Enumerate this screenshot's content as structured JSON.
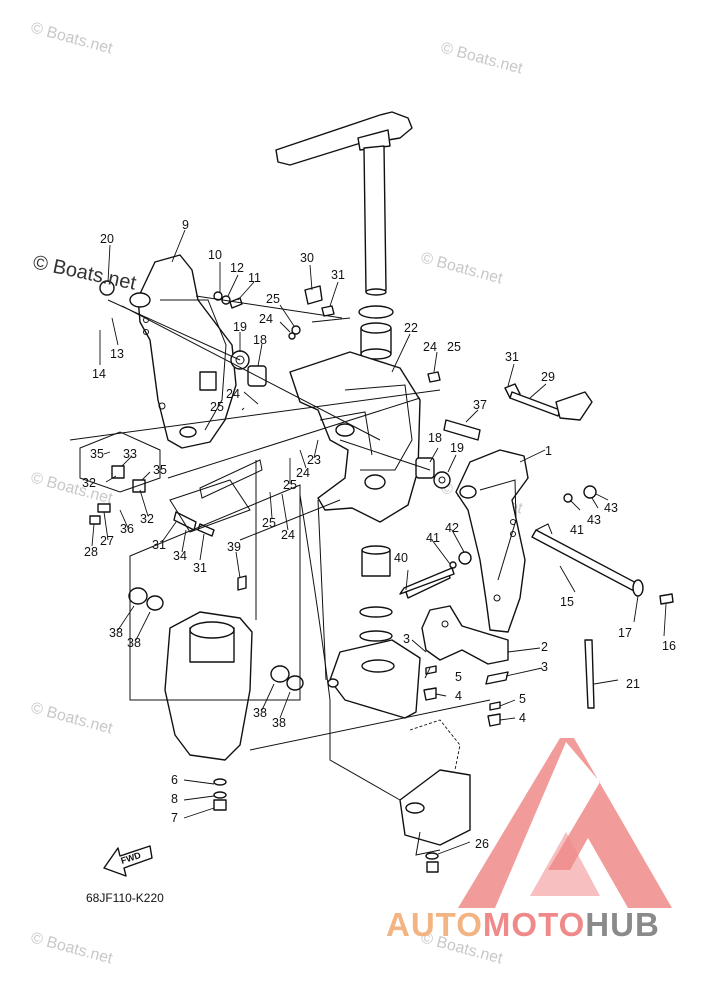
{
  "watermark_text": "© Boats.net",
  "copyright_text": "© Boats.net",
  "diagram_code": "68JF110-K220",
  "fwd_label": "FWD",
  "logo": {
    "part1": "AUTO",
    "part2": "MOTO",
    "part3": "HUB",
    "color_orange": "#f2b482",
    "color_red": "#f08a8a",
    "color_gray": "#8a8a8a"
  },
  "callouts": [
    {
      "id": "c1",
      "text": "1"
    },
    {
      "id": "c2",
      "text": "2"
    },
    {
      "id": "c3a",
      "text": "3"
    },
    {
      "id": "c3b",
      "text": "3"
    },
    {
      "id": "c4a",
      "text": "4"
    },
    {
      "id": "c4b",
      "text": "4"
    },
    {
      "id": "c5a",
      "text": "5"
    },
    {
      "id": "c5b",
      "text": "5"
    },
    {
      "id": "c6",
      "text": "6"
    },
    {
      "id": "c7",
      "text": "7"
    },
    {
      "id": "c8",
      "text": "8"
    },
    {
      "id": "c9",
      "text": "9"
    },
    {
      "id": "c10",
      "text": "10"
    },
    {
      "id": "c11",
      "text": "11"
    },
    {
      "id": "c12",
      "text": "12"
    },
    {
      "id": "c13",
      "text": "13"
    },
    {
      "id": "c14",
      "text": "14"
    },
    {
      "id": "c15",
      "text": "15"
    },
    {
      "id": "c16",
      "text": "16"
    },
    {
      "id": "c17",
      "text": "17"
    },
    {
      "id": "c18a",
      "text": "18"
    },
    {
      "id": "c18b",
      "text": "18"
    },
    {
      "id": "c19a",
      "text": "19"
    },
    {
      "id": "c19b",
      "text": "19"
    },
    {
      "id": "c20",
      "text": "20"
    },
    {
      "id": "c21",
      "text": "21"
    },
    {
      "id": "c22",
      "text": "22"
    },
    {
      "id": "c23",
      "text": "23"
    },
    {
      "id": "c24a",
      "text": "24"
    },
    {
      "id": "c24b",
      "text": "24"
    },
    {
      "id": "c24c",
      "text": "24"
    },
    {
      "id": "c24d",
      "text": "24"
    },
    {
      "id": "c24e",
      "text": "24"
    },
    {
      "id": "c25a",
      "text": "25"
    },
    {
      "id": "c25b",
      "text": "25"
    },
    {
      "id": "c25c",
      "text": "25"
    },
    {
      "id": "c25d",
      "text": "25"
    },
    {
      "id": "c25e",
      "text": "25"
    },
    {
      "id": "c26",
      "text": "26"
    },
    {
      "id": "c27",
      "text": "27"
    },
    {
      "id": "c28",
      "text": "28"
    },
    {
      "id": "c29",
      "text": "29"
    },
    {
      "id": "c30",
      "text": "30"
    },
    {
      "id": "c31a",
      "text": "31"
    },
    {
      "id": "c31b",
      "text": "31"
    },
    {
      "id": "c31c",
      "text": "31"
    },
    {
      "id": "c31d",
      "text": "31"
    },
    {
      "id": "c32a",
      "text": "32"
    },
    {
      "id": "c32b",
      "text": "32"
    },
    {
      "id": "c33",
      "text": "33"
    },
    {
      "id": "c34",
      "text": "34"
    },
    {
      "id": "c35a",
      "text": "35"
    },
    {
      "id": "c35b",
      "text": "35"
    },
    {
      "id": "c36",
      "text": "36"
    },
    {
      "id": "c37",
      "text": "37"
    },
    {
      "id": "c38a",
      "text": "38"
    },
    {
      "id": "c38b",
      "text": "38"
    },
    {
      "id": "c38c",
      "text": "38"
    },
    {
      "id": "c38d",
      "text": "38"
    },
    {
      "id": "c39",
      "text": "39"
    },
    {
      "id": "c40",
      "text": "40"
    },
    {
      "id": "c41a",
      "text": "41"
    },
    {
      "id": "c41b",
      "text": "41"
    },
    {
      "id": "c42",
      "text": "42"
    },
    {
      "id": "c43a",
      "text": "43"
    },
    {
      "id": "c43b",
      "text": "43"
    }
  ]
}
